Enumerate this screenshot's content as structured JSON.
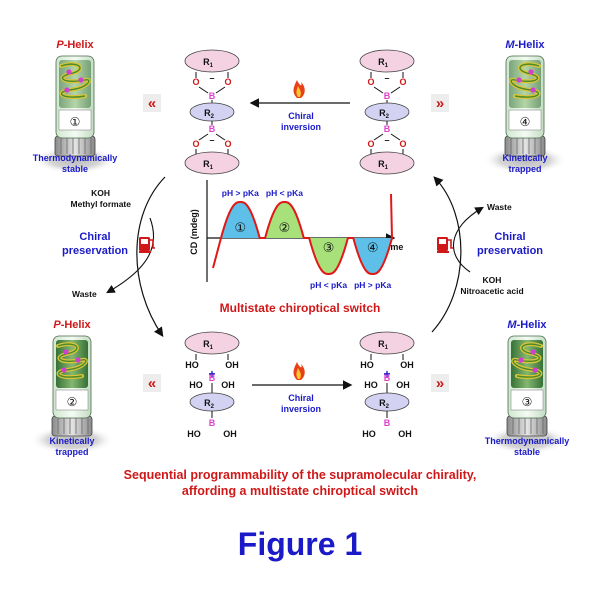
{
  "corners": {
    "top_left": {
      "title_prefix": "P",
      "title_suffix": "-Helix",
      "number": "①",
      "caption_line1": "Thermodynamically",
      "caption_line2": "stable"
    },
    "top_right": {
      "title_prefix": "M",
      "title_suffix": "-Helix",
      "number": "④",
      "caption_line1": "Kinetically",
      "caption_line2": "trapped"
    },
    "bottom_left": {
      "title_prefix": "P",
      "title_suffix": "-Helix",
      "number": "②",
      "caption_line1": "Kinetically",
      "caption_line2": "trapped"
    },
    "bottom_right": {
      "title_prefix": "M",
      "title_suffix": "-Helix",
      "number": "③",
      "caption_line1": "Thermodynamically",
      "caption_line2": "stable"
    }
  },
  "arrows": {
    "double_left": "«",
    "double_right": "»"
  },
  "reactions": {
    "top": {
      "line1": "Chiral",
      "line2": "inversion"
    },
    "bottom": {
      "line1": "Chiral",
      "line2": "inversion"
    },
    "left": {
      "reagent1": "KOH",
      "reagent2": "Methyl formate",
      "label1": "Chiral",
      "label2": "preservation",
      "waste": "Waste"
    },
    "right": {
      "waste": "Waste",
      "label1": "Chiral",
      "label2": "preservation",
      "reagent1": "KOH",
      "reagent2": "Nitroacetic acid"
    }
  },
  "molecule": {
    "r1": "R",
    "r1_sub": "1",
    "r2": "R",
    "r2_sub": "2",
    "boron": "B",
    "oxygen": "O",
    "hydroxyl": "OH",
    "hydroxyl_left": "HO",
    "plus": "+",
    "minus": "–"
  },
  "chart_data": {
    "type": "line",
    "ylabel": "CD (mdeg)",
    "xlabel": "Time",
    "peaks": [
      {
        "number": "①",
        "sign": "positive",
        "label": "pH > pKa",
        "fill": "#5ec0e8"
      },
      {
        "number": "②",
        "sign": "positive",
        "label": "pH < pKa",
        "fill": "#a8e07a"
      },
      {
        "number": "③",
        "sign": "negative",
        "label": "pH < pKa",
        "fill": "#a8e07a"
      },
      {
        "number": "④",
        "sign": "negative",
        "label": "pH > pKa",
        "fill": "#5ec0e8"
      }
    ],
    "caption": "Multistate chiroptical switch"
  },
  "bottom_text": {
    "line1": "Sequential programmability of the supramolecular chirality,",
    "line2": "affording a multistate chiroptical switch"
  },
  "figure_label": "Figure 1",
  "colors": {
    "blue": "#1a1ac8",
    "red": "#d01818",
    "r1_fill": "#f4d2e2",
    "r2_fill": "#d4d2f2",
    "boron": "#e040d0"
  }
}
